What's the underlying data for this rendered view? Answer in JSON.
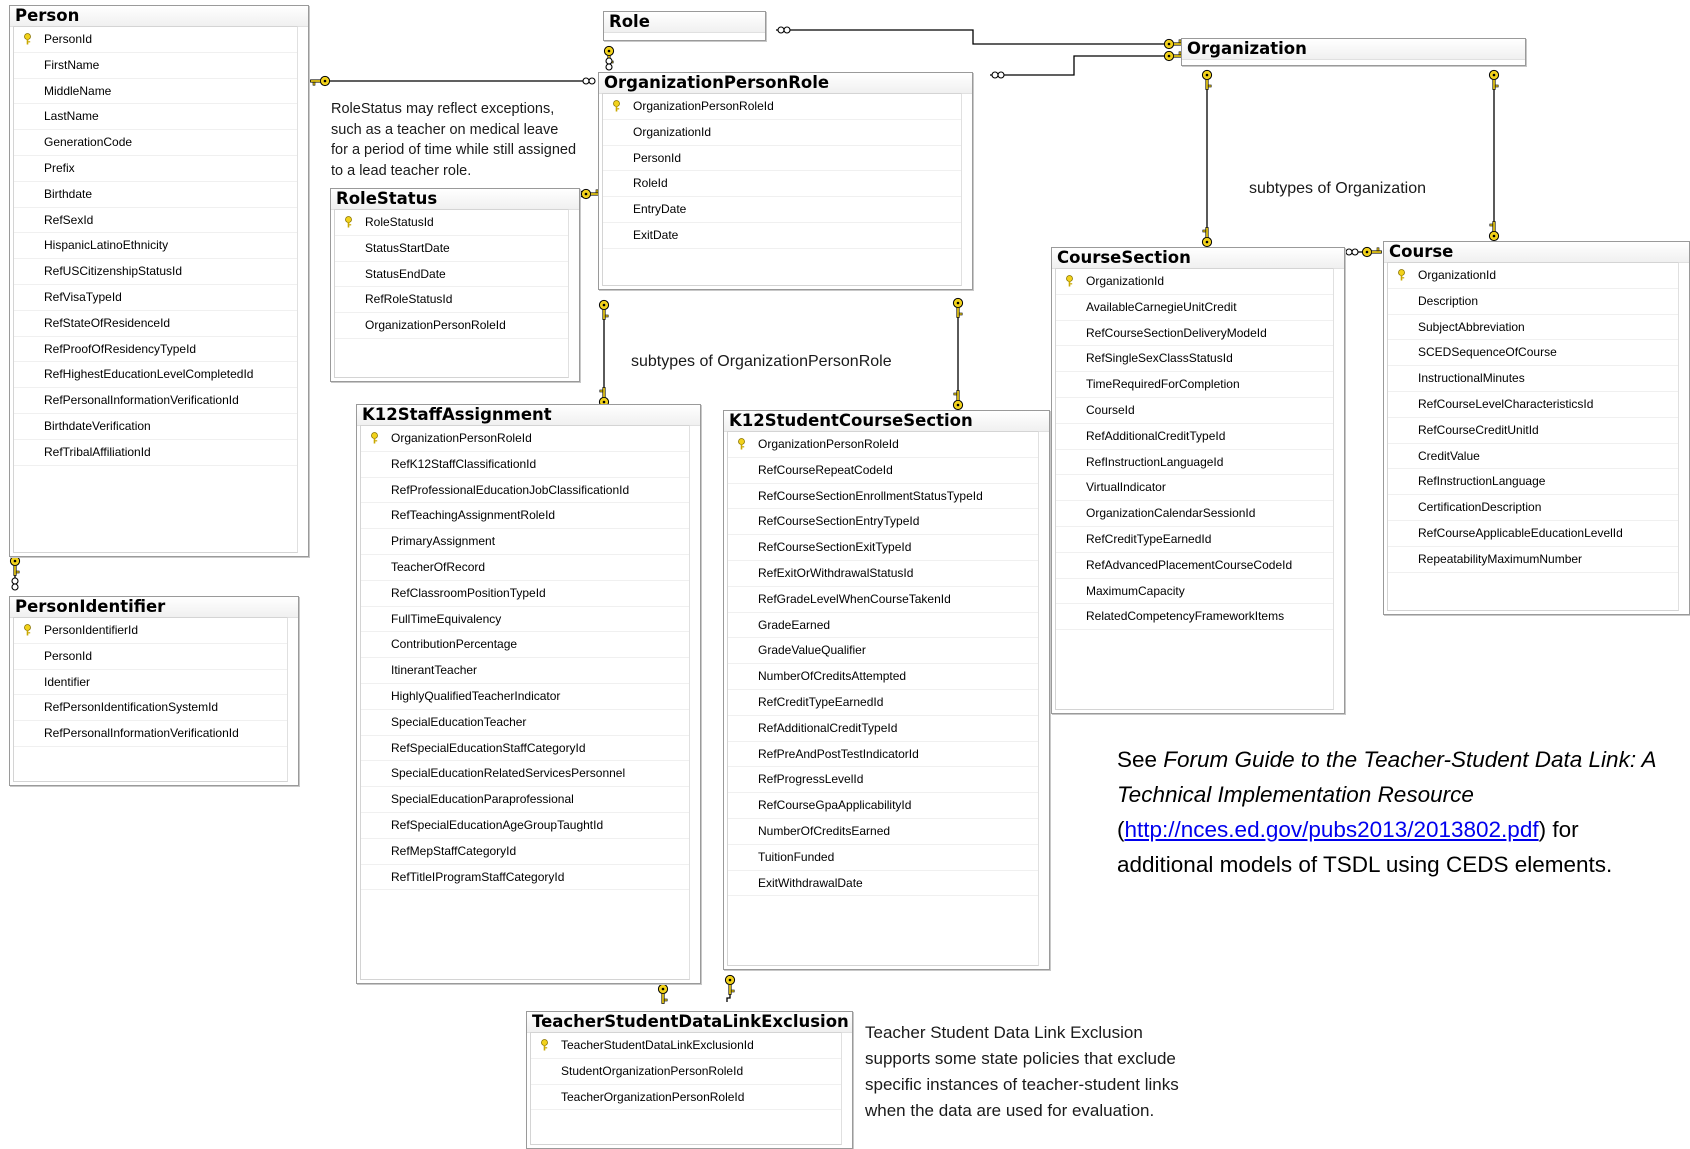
{
  "tables": {
    "person": {
      "title": "Person",
      "columns": [
        "PersonId",
        "FirstName",
        "MiddleName",
        "LastName",
        "GenerationCode",
        "Prefix",
        "Birthdate",
        "RefSexId",
        "HispanicLatinoEthnicity",
        "RefUSCitizenshipStatusId",
        "RefVisaTypeId",
        "RefStateOfResidenceId",
        "RefProofOfResidencyTypeId",
        "RefHighestEducationLevelCompletedId",
        "RefPersonalInformationVerificationId",
        "BirthdateVerification",
        "RefTribalAffiliationId"
      ]
    },
    "person_identifier": {
      "title": "PersonIdentifier",
      "columns": [
        "PersonIdentifierId",
        "PersonId",
        "Identifier",
        "RefPersonIdentificationSystemId",
        "RefPersonalInformationVerificationId"
      ]
    },
    "role": {
      "title": "Role",
      "columns": []
    },
    "organization_person_role": {
      "title": "OrganizationPersonRole",
      "columns": [
        "OrganizationPersonRoleId",
        "OrganizationId",
        "PersonId",
        "RoleId",
        "EntryDate",
        "ExitDate"
      ]
    },
    "organization": {
      "title": "Organization",
      "columns": []
    },
    "role_status": {
      "title": "RoleStatus",
      "columns": [
        "RoleStatusId",
        "StatusStartDate",
        "StatusEndDate",
        "RefRoleStatusId",
        "OrganizationPersonRoleId"
      ]
    },
    "k12_staff_assignment": {
      "title": "K12StaffAssignment",
      "columns": [
        "OrganizationPersonRoleId",
        "RefK12StaffClassificationId",
        "RefProfessionalEducationJobClassificationId",
        "RefTeachingAssignmentRoleId",
        "PrimaryAssignment",
        "TeacherOfRecord",
        "RefClassroomPositionTypeId",
        "FullTimeEquivalency",
        "ContributionPercentage",
        "ItinerantTeacher",
        "HighlyQualifiedTeacherIndicator",
        "SpecialEducationTeacher",
        "RefSpecialEducationStaffCategoryId",
        "SpecialEducationRelatedServicesPersonnel",
        "SpecialEducationParaprofessional",
        "RefSpecialEducationAgeGroupTaughtId",
        "RefMepStaffCategoryId",
        "RefTitleIProgramStaffCategoryId"
      ]
    },
    "k12_student_course_section": {
      "title": "K12StudentCourseSection",
      "columns": [
        "OrganizationPersonRoleId",
        "RefCourseRepeatCodeId",
        "RefCourseSectionEnrollmentStatusTypeId",
        "RefCourseSectionEntryTypeId",
        "RefCourseSectionExitTypeId",
        "RefExitOrWithdrawalStatusId",
        "RefGradeLevelWhenCourseTakenId",
        "GradeEarned",
        "GradeValueQualifier",
        "NumberOfCreditsAttempted",
        "RefCreditTypeEarnedId",
        "RefAdditionalCreditTypeId",
        "RefPreAndPostTestIndicatorId",
        "RefProgressLevelId",
        "RefCourseGpaApplicabilityId",
        "NumberOfCreditsEarned",
        "TuitionFunded",
        "ExitWithdrawalDate"
      ]
    },
    "course_section": {
      "title": "CourseSection",
      "columns": [
        "OrganizationId",
        "AvailableCarnegieUnitCredit",
        "RefCourseSectionDeliveryModeId",
        "RefSingleSexClassStatusId",
        "TimeRequiredForCompletion",
        "CourseId",
        "RefAdditionalCreditTypeId",
        "RefInstructionLanguageId",
        "VirtualIndicator",
        "OrganizationCalendarSessionId",
        "RefCreditTypeEarnedId",
        "RefAdvancedPlacementCourseCodeId",
        "MaximumCapacity",
        "RelatedCompetencyFrameworkItems"
      ]
    },
    "course": {
      "title": "Course",
      "columns": [
        "OrganizationId",
        "Description",
        "SubjectAbbreviation",
        "SCEDSequenceOfCourse",
        "InstructionalMinutes",
        "RefCourseLevelCharacteristicsId",
        "RefCourseCreditUnitId",
        "CreditValue",
        "RefInstructionLanguage",
        "CertificationDescription",
        "RefCourseApplicableEducationLevelId",
        "RepeatabilityMaximumNumber"
      ]
    },
    "tsdl_exclusion": {
      "title": "TeacherStudentDataLinkExclusion",
      "columns": [
        "TeacherStudentDataLinkExclusionId",
        "StudentOrganizationPersonRoleId",
        "TeacherOrganizationPersonRoleId"
      ]
    }
  },
  "notes": {
    "role_status_note": "RoleStatus may reflect exceptions, such as a teacher on medical leave for a period of time while still assigned to a lead teacher role.",
    "subtypes_opr": "subtypes of OrganizationPersonRole",
    "subtypes_org": "subtypes of Organization",
    "forum_see": "See ",
    "forum_title": "Forum Guide to the Teacher-Student Data Link: A Technical Implementation Resource",
    "forum_open": "(",
    "forum_link": "http://nces.ed.gov/pubs2013/2013802.pdf",
    "forum_close": ")",
    "forum_rest": " for additional models of TSDL using CEDS elements.",
    "tsdl_note": "Teacher Student Data Link Exclusion supports some state policies that exclude specific instances of teacher-student links when the data are used for evaluation."
  },
  "colors": {
    "key": "#f2d21b",
    "line": "#000000",
    "link": "#0000ee"
  },
  "icons": {
    "primary_key": "pk-key-icon",
    "relationship_one": "key-icon",
    "relationship_many": "infinity-icon"
  }
}
